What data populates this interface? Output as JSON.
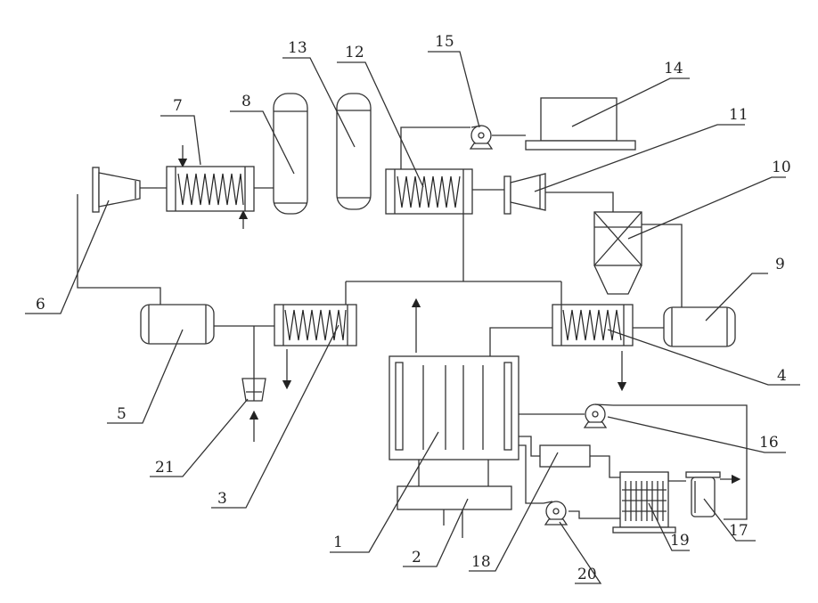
{
  "labels": {
    "c1": "1",
    "c2": "2",
    "c3": "3",
    "c4": "4",
    "c5": "5",
    "c6": "6",
    "c7": "7",
    "c8": "8",
    "c9": "9",
    "c10": "10",
    "c11": "11",
    "c12": "12",
    "c13": "13",
    "c14": "14",
    "c15": "15",
    "c16": "16",
    "c17": "17",
    "c18": "18",
    "c19": "19",
    "c20": "20",
    "c21": "21"
  }
}
